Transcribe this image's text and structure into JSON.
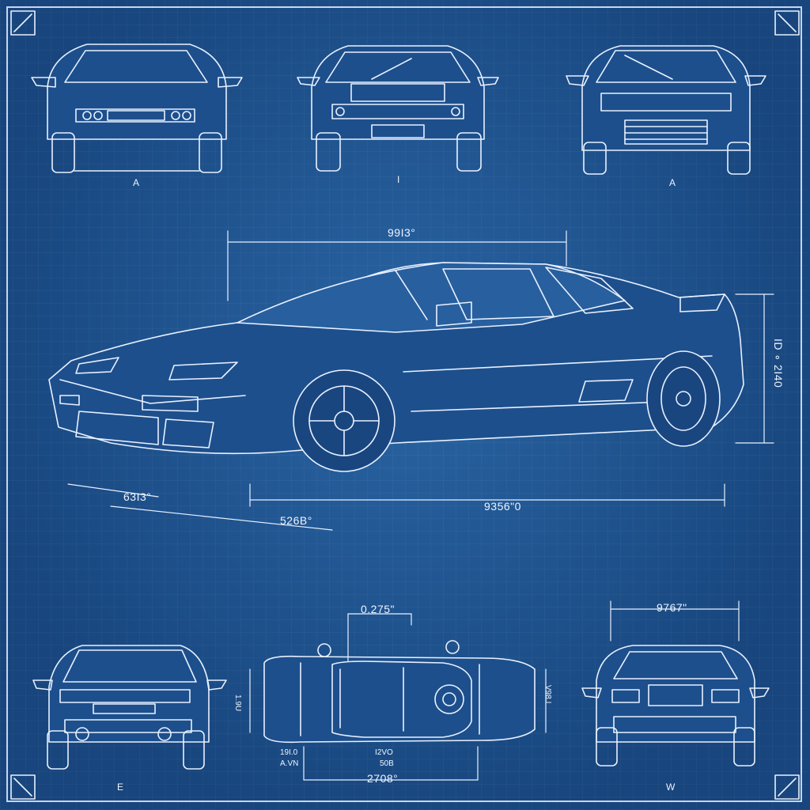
{
  "views": {
    "front_left_label": "A",
    "front_mid_label": "I",
    "front_right_label": "A",
    "rear_left_label": "E",
    "rear_right_label": "W"
  },
  "dimensions": {
    "main_top": "99I3°",
    "main_right": "ID ∘ 2I40",
    "main_left_low": "63I3°",
    "main_bottom_front": "526B°",
    "main_bottom_rear": "9356\"0",
    "top_view_top": "0.275\"",
    "top_view_left": "1.9U",
    "top_view_right": "V98.I",
    "top_view_bottom": "2708°",
    "top_view_small_left_1": "19I.0",
    "top_view_small_left_2": "A.VN",
    "top_view_small_mid_1": "I2VO",
    "top_view_small_mid_2": "50B",
    "rear_right_top": "9767\""
  },
  "colors": {
    "paper": "#1f5590",
    "line": "#e8f1ff",
    "body_fill": "#1d4f8c"
  }
}
